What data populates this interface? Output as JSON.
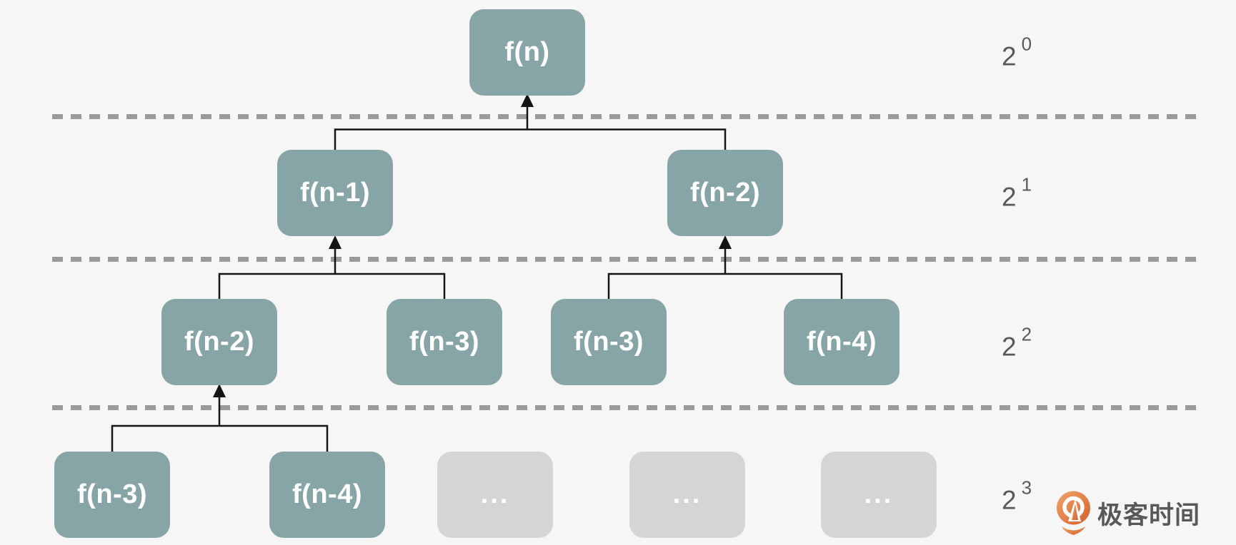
{
  "diagram": {
    "levels": [
      {
        "label_base": "2",
        "label_exp": "0",
        "nodes": [
          {
            "label": "f(n)"
          }
        ]
      },
      {
        "label_base": "2",
        "label_exp": "1",
        "nodes": [
          {
            "label": "f(n-1)"
          },
          {
            "label": "f(n-2)"
          }
        ]
      },
      {
        "label_base": "2",
        "label_exp": "2",
        "nodes": [
          {
            "label": "f(n-2)"
          },
          {
            "label": "f(n-3)"
          },
          {
            "label": "f(n-3)"
          },
          {
            "label": "f(n-4)"
          }
        ]
      },
      {
        "label_base": "2",
        "label_exp": "3",
        "nodes": [
          {
            "label": "f(n-3)"
          },
          {
            "label": "f(n-4)"
          },
          {
            "label": "..."
          },
          {
            "label": "..."
          },
          {
            "label": "..."
          }
        ]
      }
    ],
    "colors": {
      "background": "#F5F6F5",
      "node_fill": "#87A5A6",
      "placeholder_node_fill": "#D5D5D5",
      "node_text": "#FFFFFF",
      "dashed_divider": "#9B9B9B",
      "connector": "#141414",
      "level_label_text": "#58595B",
      "brand_text": "#595757",
      "brand_orange": "#DD6B2F"
    }
  },
  "watermark": {
    "brand_name": "极客时间"
  }
}
